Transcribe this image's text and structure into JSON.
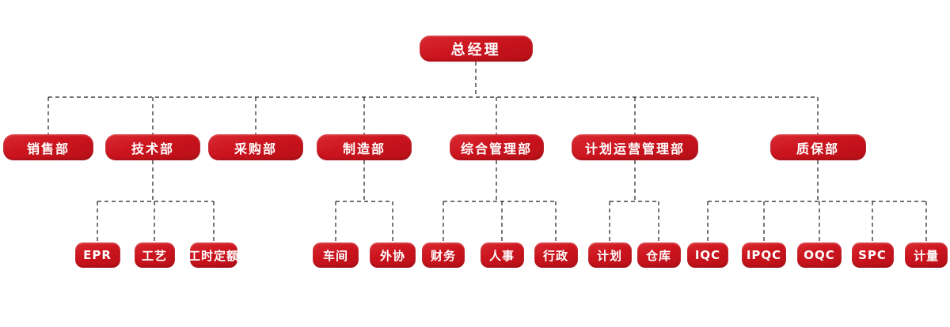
{
  "colors": {
    "node_fill": "#CB141E",
    "node_fill_light": "#DA2A31",
    "node_fill_dark": "#B71017",
    "node_text": "#FFFFFF",
    "connector": "#1F1F1F",
    "background": "#FFFFFF"
  },
  "org": {
    "nodes": [
      {
        "id": "zjl",
        "label": "总经理",
        "parent": null
      },
      {
        "id": "xsb",
        "label": "销售部",
        "parent": "zjl"
      },
      {
        "id": "jsb",
        "label": "技术部",
        "parent": "zjl"
      },
      {
        "id": "cgb",
        "label": "采购部",
        "parent": "zjl"
      },
      {
        "id": "zzb",
        "label": "制造部",
        "parent": "zjl"
      },
      {
        "id": "zhglb",
        "label": "综合管理部",
        "parent": "zjl"
      },
      {
        "id": "jhyyglb",
        "label": "计划运营管理部",
        "parent": "zjl"
      },
      {
        "id": "zbb",
        "label": "质保部",
        "parent": "zjl"
      },
      {
        "id": "epr",
        "label": "EPR",
        "parent": "jsb"
      },
      {
        "id": "gy",
        "label": "工艺",
        "parent": "jsb"
      },
      {
        "id": "gsde",
        "label": "工时定额",
        "parent": "jsb"
      },
      {
        "id": "cj",
        "label": "车间",
        "parent": "zzb"
      },
      {
        "id": "wx",
        "label": "外协",
        "parent": "zzb"
      },
      {
        "id": "cw",
        "label": "财务",
        "parent": "zhglb"
      },
      {
        "id": "rs",
        "label": "人事",
        "parent": "zhglb"
      },
      {
        "id": "xz",
        "label": "行政",
        "parent": "zhglb"
      },
      {
        "id": "jh",
        "label": "计划",
        "parent": "jhyyglb"
      },
      {
        "id": "ck",
        "label": "仓库",
        "parent": "jhyyglb"
      },
      {
        "id": "iqc",
        "label": "IQC",
        "parent": "zbb"
      },
      {
        "id": "ipqc",
        "label": "IPQC",
        "parent": "zbb"
      },
      {
        "id": "oqc",
        "label": "OQC",
        "parent": "zbb"
      },
      {
        "id": "spc",
        "label": "SPC",
        "parent": "zbb"
      },
      {
        "id": "jl",
        "label": "计量",
        "parent": "zbb"
      }
    ]
  }
}
